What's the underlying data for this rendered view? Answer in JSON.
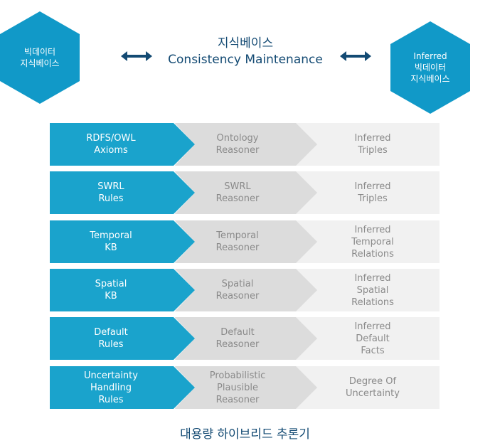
{
  "colors": {
    "hexagon": "#1199c8",
    "arrow": "#134a73",
    "title": "#134a73",
    "col1": "#1aa3cc",
    "col2": "#dcdcdc",
    "col3": "#f1f1f1",
    "grey_text": "#8a8a8a"
  },
  "hexagons": {
    "left": {
      "lines": [
        "빅데이터",
        "지식베이스"
      ]
    },
    "right": {
      "lines": [
        "Inferred",
        "빅데이터",
        "지식베이스"
      ]
    }
  },
  "center_title": {
    "lines": [
      "지식베이스",
      "Consistency Maintenance"
    ]
  },
  "rows": [
    {
      "input": [
        "RDFS/OWL",
        "Axioms"
      ],
      "reasoner": [
        "Ontology",
        "Reasoner"
      ],
      "output": [
        "Inferred",
        "Triples"
      ]
    },
    {
      "input": [
        "SWRL",
        "Rules"
      ],
      "reasoner": [
        "SWRL",
        "Reasoner"
      ],
      "output": [
        "Inferred",
        "Triples"
      ]
    },
    {
      "input": [
        "Temporal",
        "KB"
      ],
      "reasoner": [
        "Temporal",
        "Reasoner"
      ],
      "output": [
        "Inferred",
        "Temporal",
        "Relations"
      ]
    },
    {
      "input": [
        "Spatial",
        "KB"
      ],
      "reasoner": [
        "Spatial",
        "Reasoner"
      ],
      "output": [
        "Inferred",
        "Spatial",
        "Relations"
      ]
    },
    {
      "input": [
        "Default",
        "Rules"
      ],
      "reasoner": [
        "Default",
        "Reasoner"
      ],
      "output": [
        "Inferred",
        "Default",
        "Facts"
      ]
    },
    {
      "input": [
        "Uncertainty",
        "Handling",
        "Rules"
      ],
      "reasoner": [
        "Probabilistic",
        "Plausible",
        "Reasoner"
      ],
      "output": [
        "Degree Of",
        "Uncertainty"
      ]
    }
  ],
  "bottom_title": "대용량 하이브리드 추론기"
}
